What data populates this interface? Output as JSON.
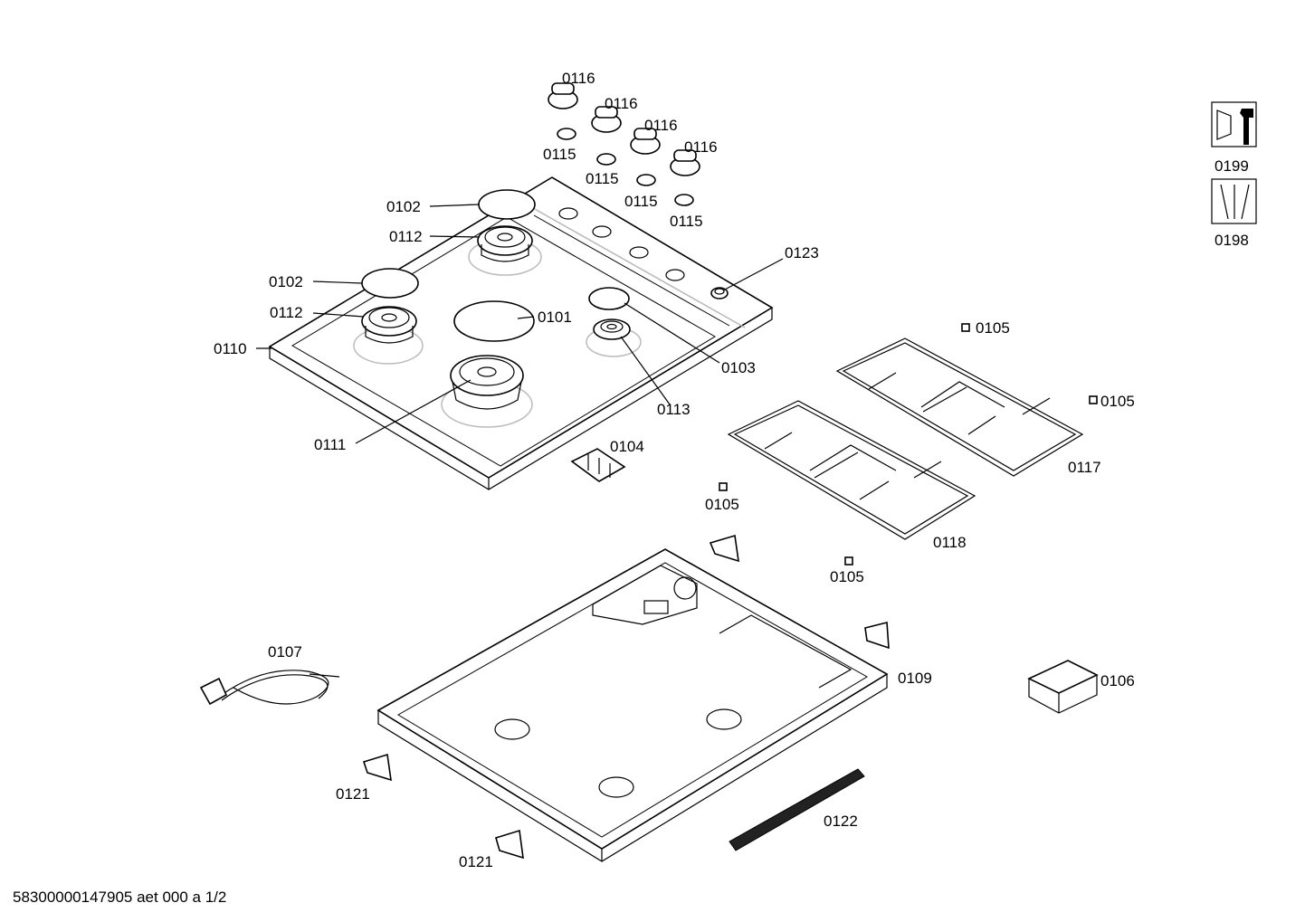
{
  "labels": {
    "p0116a": "0116",
    "p0116b": "0116",
    "p0116c": "0116",
    "p0116d": "0116",
    "p0115a": "0115",
    "p0115b": "0115",
    "p0115c": "0115",
    "p0115d": "0115",
    "p0102a": "0102",
    "p0102b": "0102",
    "p0112a": "0112",
    "p0112b": "0112",
    "p0123": "0123",
    "p0101": "0101",
    "p0110": "0110",
    "p0103": "0103",
    "p0113": "0113",
    "p0111": "0111",
    "p0104": "0104",
    "p0105a": "0105",
    "p0105b": "0105",
    "p0105c": "0105",
    "p0105d": "0105",
    "p0117": "0117",
    "p0118": "0118",
    "p0107": "0107",
    "p0109": "0109",
    "p0106": "0106",
    "p0121a": "0121",
    "p0121b": "0121",
    "p0122": "0122",
    "p0199": "0199",
    "p0198": "0198"
  },
  "footer": "58300000147905 aet 000 a 1/2",
  "icons": {
    "service": "wrench-tool-icon",
    "screws": "screws-icon"
  }
}
